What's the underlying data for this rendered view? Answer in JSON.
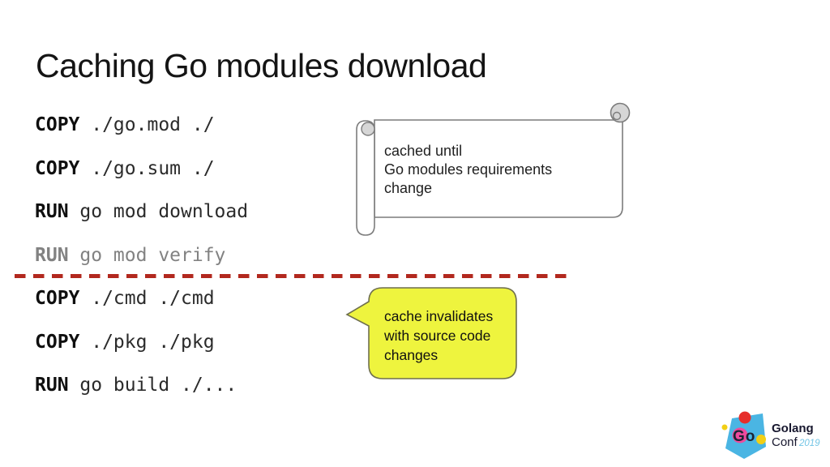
{
  "slide": {
    "title": "Caching Go modules download"
  },
  "code": {
    "lines": [
      {
        "keyword": "COPY",
        "rest": " ./go.mod ./"
      },
      {
        "keyword": "COPY",
        "rest": " ./go.sum ./"
      },
      {
        "keyword": "RUN",
        "rest": " go mod download"
      },
      {
        "keyword": "RUN",
        "rest": " go mod verify"
      },
      {
        "keyword": "COPY",
        "rest": " ./cmd ./cmd"
      },
      {
        "keyword": "COPY",
        "rest": " ./pkg ./pkg"
      },
      {
        "keyword": "RUN",
        "rest": " go build ./..."
      }
    ]
  },
  "divider": {
    "color": "#b2281e"
  },
  "scroll_note": {
    "lines": [
      "cached until",
      "Go modules requirements",
      "change"
    ],
    "border_color": "#7c7c7c",
    "curl_fill": "#d6d6d6"
  },
  "bubble_note": {
    "lines": [
      "cache invalidates",
      "with source code",
      "changes"
    ],
    "fill": "#eef43e",
    "border_color": "#6f6f4e"
  },
  "logo": {
    "mark": "Go",
    "name": "Golang",
    "conf": "Conf",
    "year": "2019",
    "colors": {
      "blue": "#4ab5e3",
      "red": "#e62e2b",
      "yellow": "#f2cf15",
      "pink": "#ef4a9d",
      "navy": "#1b2333",
      "text": "#17172e",
      "year_blue": "#73c5e6"
    }
  }
}
